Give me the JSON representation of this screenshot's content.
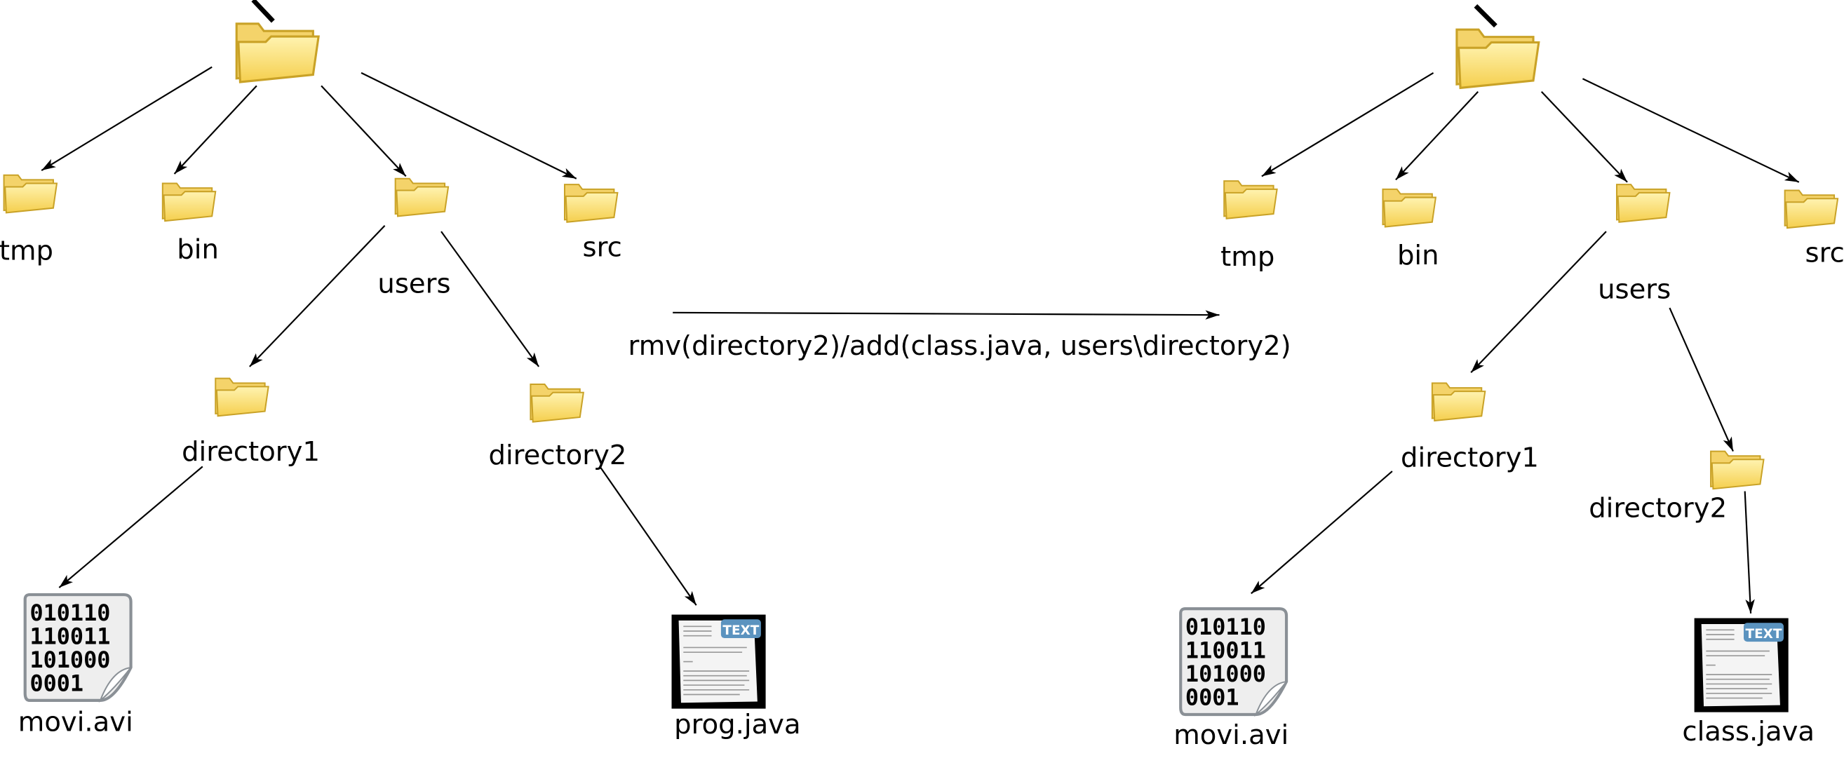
{
  "operation": {
    "label": "rmv(directory2)/add(class.java, users\\directory2)"
  },
  "icons": {
    "directory": "folder-icon",
    "binary_file": "binary-file-icon",
    "text_file": "text-file-icon",
    "text_badge": "TEXT"
  },
  "before": {
    "nodes": {
      "tmp": "tmp",
      "bin": "bin",
      "users": "users",
      "src": "src",
      "directory1": "directory1",
      "directory2": "directory2",
      "movi": "movi.avi",
      "prog": "prog.java"
    }
  },
  "after": {
    "nodes": {
      "tmp": "tmp",
      "bin": "bin",
      "users": "users",
      "src": "src",
      "directory1": "directory1",
      "directory2": "directory2",
      "movi": "movi.avi",
      "class": "class.java"
    }
  },
  "binary_digits": [
    "010110",
    "110011",
    "101000",
    "0001"
  ],
  "colors": {
    "folder": "#f7d766",
    "folder_edge": "#c9a227",
    "line": "#000000"
  }
}
